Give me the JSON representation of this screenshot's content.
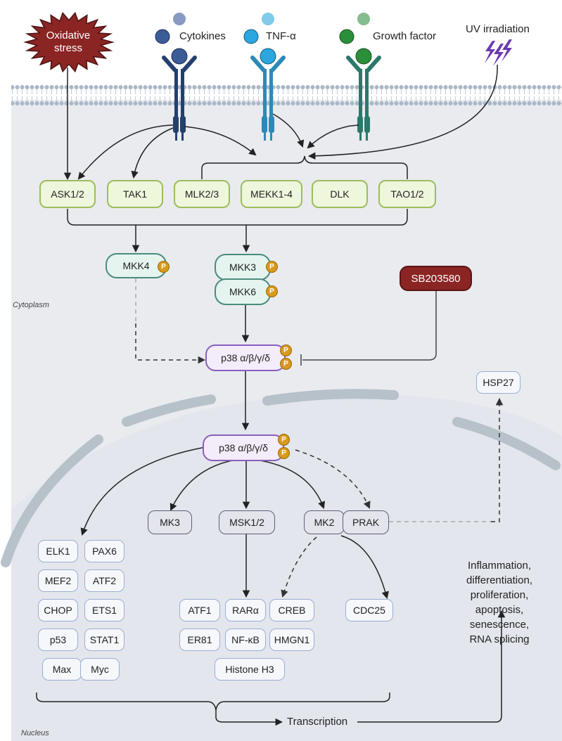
{
  "stimuli": {
    "oxidative_stress": [
      "Oxidative",
      "stress"
    ],
    "cytokines": "Cytokines",
    "tnf": "TNF-α",
    "growth_factor": "Growth factor",
    "uv": "UV irradiation"
  },
  "kinases": [
    "ASK1/2",
    "TAK1",
    "MLK2/3",
    "MEKK1-4",
    "DLK",
    "TAO1/2"
  ],
  "mkks": {
    "mkk4": "MKK4",
    "mkk3": "MKK3",
    "mkk6": "MKK6"
  },
  "phospho_label": "P",
  "inhibitor": "SB203580",
  "p38_label": "p38 α/β/γ/δ",
  "hsp27": "HSP27",
  "compartments": {
    "cytoplasm": "Cytoplasm",
    "nucleus": "Nucleus"
  },
  "mk_kinases": [
    "MK3",
    "MSK1/2",
    "MK2",
    "PRAK"
  ],
  "transcription_factors_left": [
    "ELK1",
    "PAX6",
    "MEF2",
    "ATF2",
    "CHOP",
    "ETS1",
    "p53",
    "STAT1",
    "Max",
    "Myc"
  ],
  "transcription_factors_msk": [
    "ATF1",
    "RARα",
    "CREB",
    "ER81",
    "NF-κB",
    "HMGN1",
    "Histone H3"
  ],
  "cdc25": "CDC25",
  "outcomes": [
    "Inflammation,",
    "differentiation,",
    "proliferation,",
    "apoptosis,",
    "senescence,",
    "RNA splicing"
  ],
  "transcription": "Transcription",
  "colors": {
    "cytokine_receptor": "#24406e",
    "tnf_receptor": "#2d89b8",
    "gf_receptor": "#2a7a6c",
    "inhibitor": "#8a2524",
    "uv_bolt": "#6a3ab0",
    "kinase_fill": "#eef6dc",
    "p38_border": "#8a5fbd"
  }
}
